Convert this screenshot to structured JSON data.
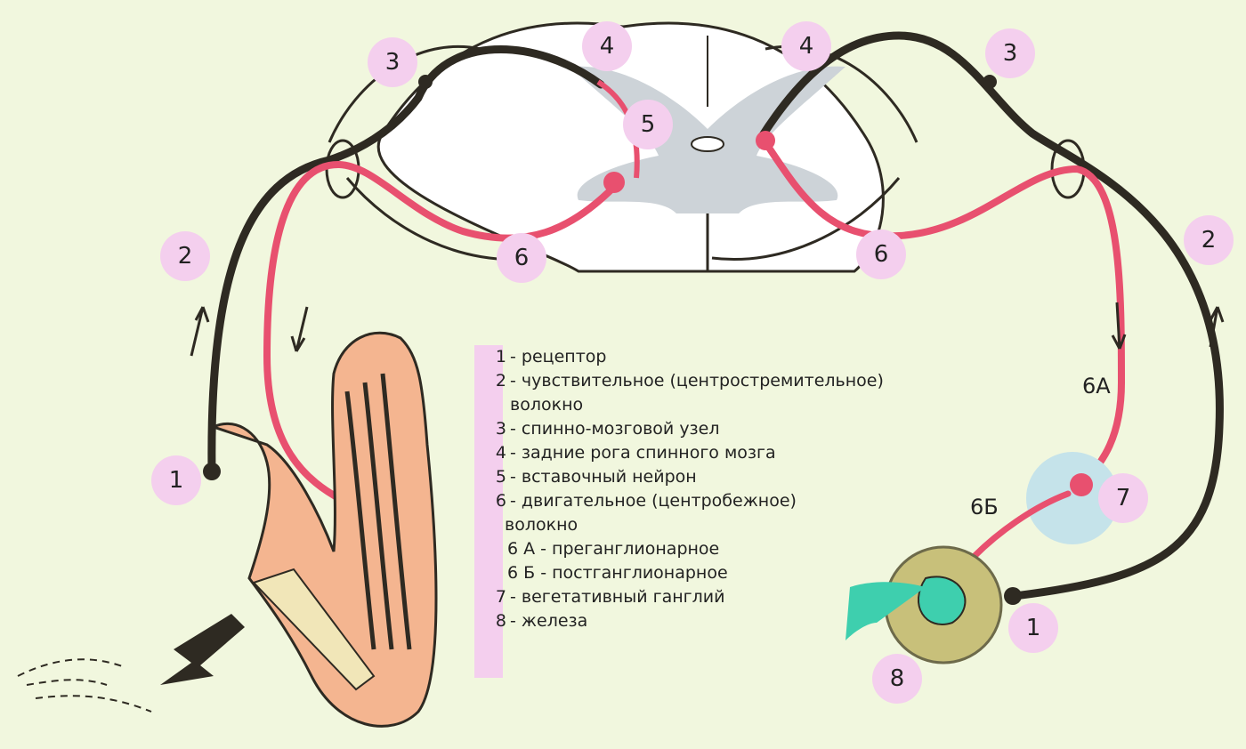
{
  "badges": {
    "b3_left": "3",
    "b4_left": "4",
    "b5": "5",
    "b4_right": "4",
    "b3_right": "3",
    "b2_left": "2",
    "b2_right": "2",
    "b6_left": "6",
    "b6_right": "6",
    "b1_left": "1",
    "b7": "7",
    "b1_right": "1",
    "b8": "8"
  },
  "labels": {
    "l6a": "6А",
    "l6b": "6Б"
  },
  "legend": [
    {
      "num": "1",
      "text": "- рецептор"
    },
    {
      "num": "2",
      "text": "- чувствительное  (центростремительное)"
    },
    {
      "num": "",
      "text": "волокно"
    },
    {
      "num": "3",
      "text": "- спинно-мозговой узел"
    },
    {
      "num": "4",
      "text": "- задние рога спинного мозга"
    },
    {
      "num": "5",
      "text": "- вставочный нейрон"
    },
    {
      "num": "6",
      "text": "- двигательное (центробежное)"
    },
    {
      "num": "",
      "text": "волокно"
    },
    {
      "num": "",
      "text": "6 А - преганглионарное"
    },
    {
      "num": "",
      "text": "6 Б - постганглионарное"
    },
    {
      "num": "7",
      "text": "- вегетативный ганглий"
    },
    {
      "num": "8",
      "text": "- железа"
    }
  ],
  "colors": {
    "background": "#f1f7de",
    "badge": "#f4cfee",
    "motor_fiber": "#e8506f",
    "sensory_fiber": "#2e2a22",
    "gray_matter": "#cdd3d8",
    "ganglion": "#c5e3ea",
    "gland": "#c8c07a",
    "secretion": "#3ecfae",
    "arm": "#f4b590"
  }
}
